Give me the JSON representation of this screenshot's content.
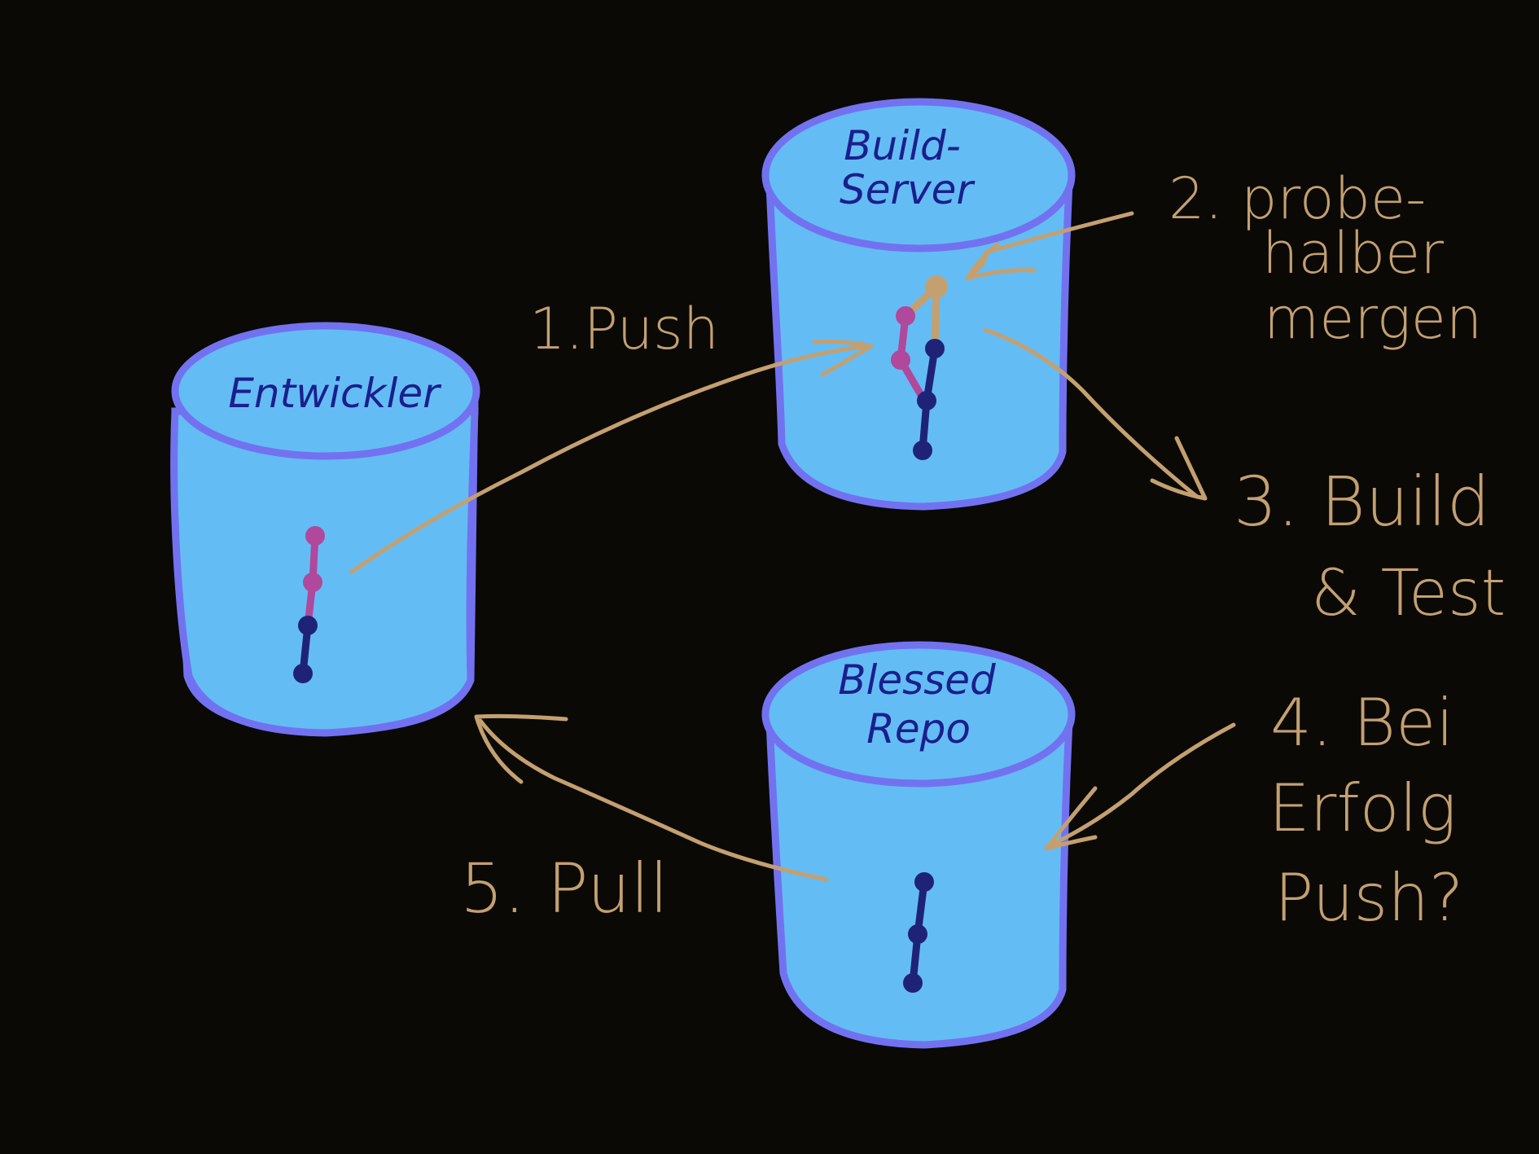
{
  "colors": {
    "background": "#0a0906",
    "cylinder_fill": "#64bcf4",
    "cylinder_stroke": "#7272f0",
    "annotation": "#c4a070",
    "commit_main": "#1e2378",
    "commit_feature": "#b0489c",
    "commit_merge": "#c4a070"
  },
  "repos": {
    "developer": {
      "label": "Entwickler"
    },
    "build_server": {
      "label_line1": "Build-",
      "label_line2": "Server"
    },
    "blessed": {
      "label_line1": "Blessed",
      "label_line2": "Repo"
    }
  },
  "steps": {
    "step1": {
      "label": "1.Push"
    },
    "step2": {
      "line1": "2. probe-",
      "line2": "halber",
      "line3": "mergen"
    },
    "step3": {
      "line1": "3. Build",
      "line2": "& Test"
    },
    "step4": {
      "line1": "4. Bei",
      "line2": "Erfolg",
      "line3": "Push?"
    },
    "step5": {
      "label": "5. Pull"
    }
  }
}
